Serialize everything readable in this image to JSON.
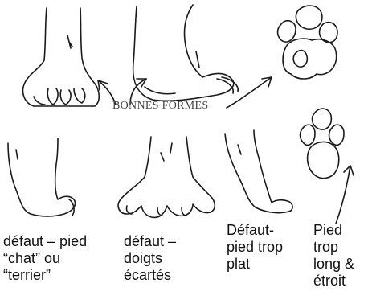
{
  "banner": "BONNES FORMES",
  "captions": [
    [
      "défaut – pied",
      "“chat” ou",
      "“terrier”"
    ],
    [
      "défaut –",
      "doigts",
      "écartés"
    ],
    [
      "Défaut-",
      "pied trop",
      "plat"
    ],
    [
      "Pied",
      "trop",
      "long &",
      "étroit"
    ]
  ],
  "colors": {
    "ink": "#1a1a1a",
    "banner": "#444444",
    "background": "#ffffff"
  }
}
